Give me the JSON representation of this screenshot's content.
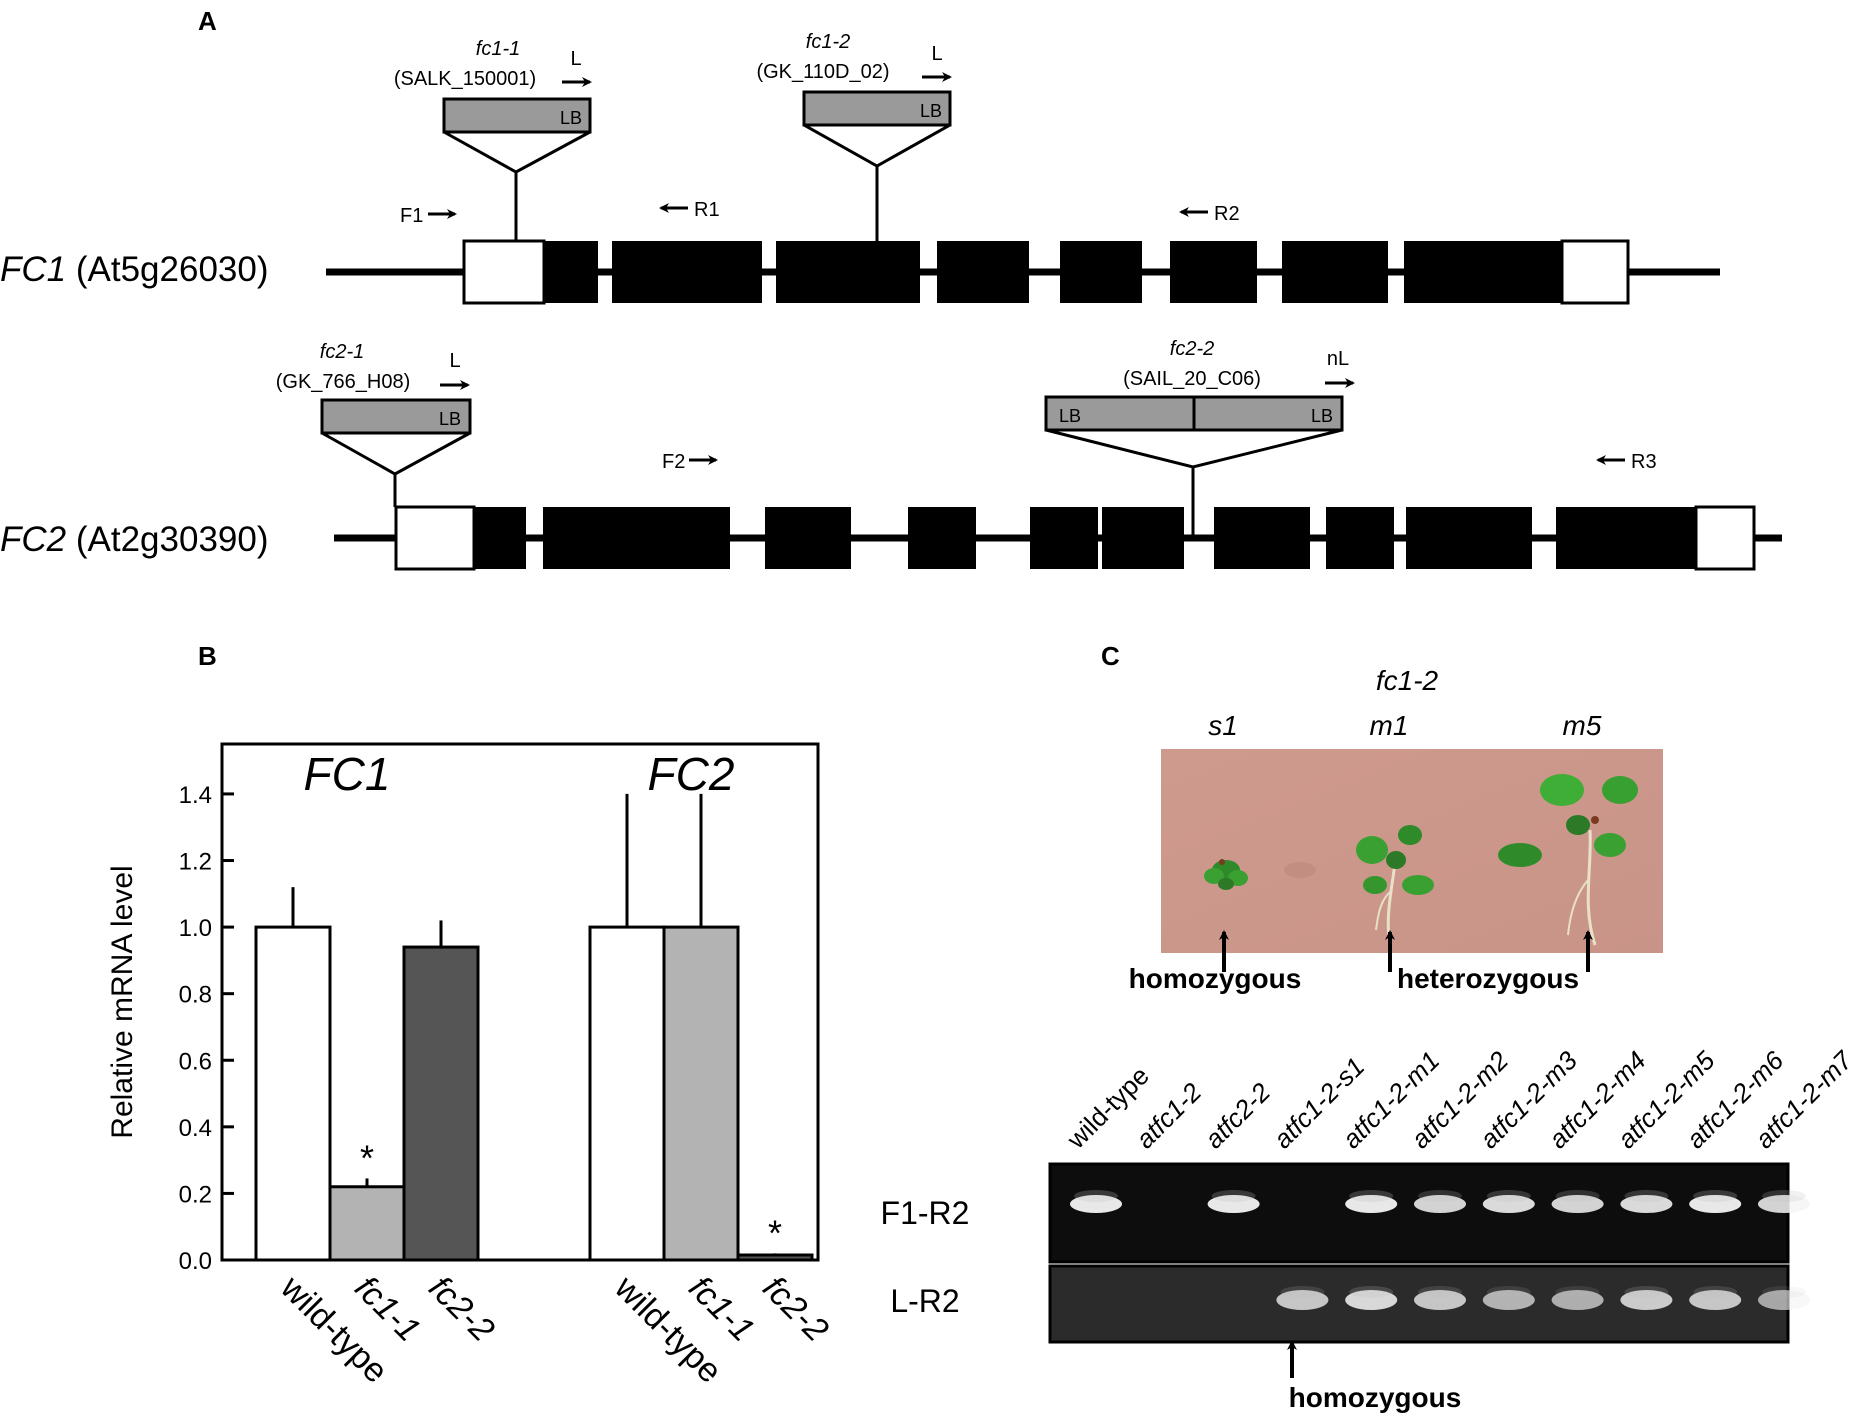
{
  "panel_labels": {
    "a": "A",
    "b": "B",
    "c": "C"
  },
  "panel_a": {
    "genes": [
      {
        "symbol": "FC1",
        "locus": "(At5g26030)"
      },
      {
        "symbol": "FC2",
        "locus": "(At2g30390)"
      }
    ],
    "insertions": [
      {
        "allele": "fc1-1",
        "line": "(SALK_150001)",
        "primer": "L",
        "border": "LB"
      },
      {
        "allele": "fc1-2",
        "line": "(GK_110D_02)",
        "primer": "L",
        "border": "LB"
      },
      {
        "allele": "fc2-1",
        "line": "(GK_766_H08)",
        "primer": "L",
        "border": "LB"
      },
      {
        "allele": "fc2-2",
        "line": "(SAIL_20_C06)",
        "primer": "nL",
        "border_left": "LB",
        "border_right": "LB"
      }
    ],
    "primers": {
      "f1": "F1",
      "r1": "R1",
      "r2": "R2",
      "f2": "F2",
      "r3": "R3"
    }
  },
  "chart_data": {
    "type": "bar",
    "ylabel": "Relative mRNA level",
    "ylim": [
      0,
      1.55
    ],
    "yticks": [
      "0.0",
      "0.2",
      "0.4",
      "0.6",
      "0.8",
      "1.0",
      "1.2",
      "1.4"
    ],
    "groups": [
      {
        "name": "FC1",
        "bars": [
          {
            "label": "wild-type",
            "value": 1.0,
            "error": 0.12,
            "color": "#ffffff",
            "sig": ""
          },
          {
            "label": "fc1-1",
            "value": 0.22,
            "error": 0.025,
            "color": "#b3b3b3",
            "sig": "*"
          },
          {
            "label": "fc2-2",
            "value": 0.94,
            "error": 0.08,
            "color": "#555555",
            "sig": ""
          }
        ]
      },
      {
        "name": "FC2",
        "bars": [
          {
            "label": "wild-type",
            "value": 1.0,
            "error": 0.4,
            "color": "#ffffff",
            "sig": ""
          },
          {
            "label": "fc1-1",
            "value": 1.0,
            "error": 0.4,
            "color": "#b3b3b3",
            "sig": ""
          },
          {
            "label": "fc2-2",
            "value": 0.015,
            "error": 0.005,
            "color": "#555555",
            "sig": "*"
          }
        ]
      }
    ],
    "grid": false,
    "legend": "none"
  },
  "panel_c": {
    "genotype_title": "fc1-2",
    "seedlings": [
      {
        "id": "s1",
        "zygosity": "homozygous"
      },
      {
        "id": "m1",
        "zygosity": "heterozygous"
      },
      {
        "id": "m5",
        "zygosity": ""
      }
    ],
    "lanes": [
      "wild-type",
      "atfc1-2",
      "atfc2-2",
      "atfc1-2-s1",
      "atfc1-2-m1",
      "atfc1-2-m2",
      "atfc1-2-m3",
      "atfc1-2-m4",
      "atfc1-2-m5",
      "atfc1-2-m6",
      "atfc1-2-m7"
    ],
    "gels": [
      {
        "name": "F1-R2",
        "bands": [
          1,
          0,
          1,
          0,
          1,
          0.85,
          0.9,
          0.85,
          0.9,
          1,
          0.85
        ]
      },
      {
        "name": "L-R2",
        "bands": [
          0,
          0,
          0,
          0.7,
          0.85,
          0.7,
          0.55,
          0.5,
          0.75,
          0.7,
          0.45
        ]
      }
    ],
    "gel_annotation": "homozygous"
  }
}
